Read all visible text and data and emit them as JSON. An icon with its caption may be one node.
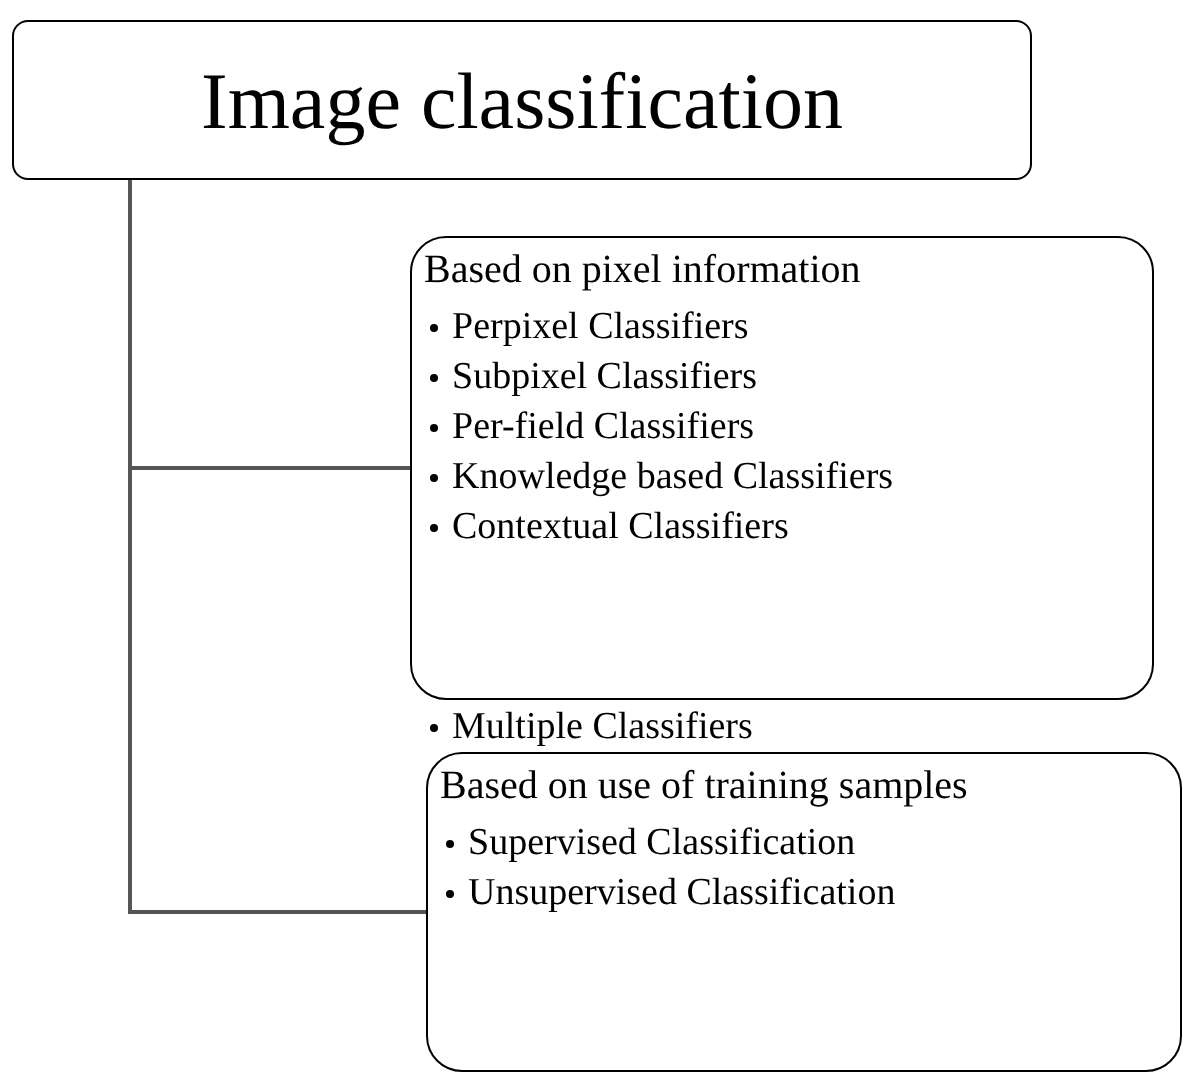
{
  "diagram": {
    "nodes": [
      {
        "text": [
          "Image classification"
        ]
      },
      {
        "text": [
          "Based on pixel information",
          "Perpixel Classifiers",
          "Subpixel Classifiers",
          "Per-field Classifiers",
          "Knowledge based Classifiers",
          "Contextual Classifiers",
          "Multiple Classifiers"
        ]
      },
      {
        "text": [
          "Based on use of training samples",
          "Supervised Classification",
          "Unsupervised Classification"
        ]
      }
    ],
    "edges": [
      {
        "from": 0,
        "to": 1,
        "arrow": "none"
      },
      {
        "from": 0,
        "to": 2,
        "arrow": "none"
      }
    ]
  }
}
